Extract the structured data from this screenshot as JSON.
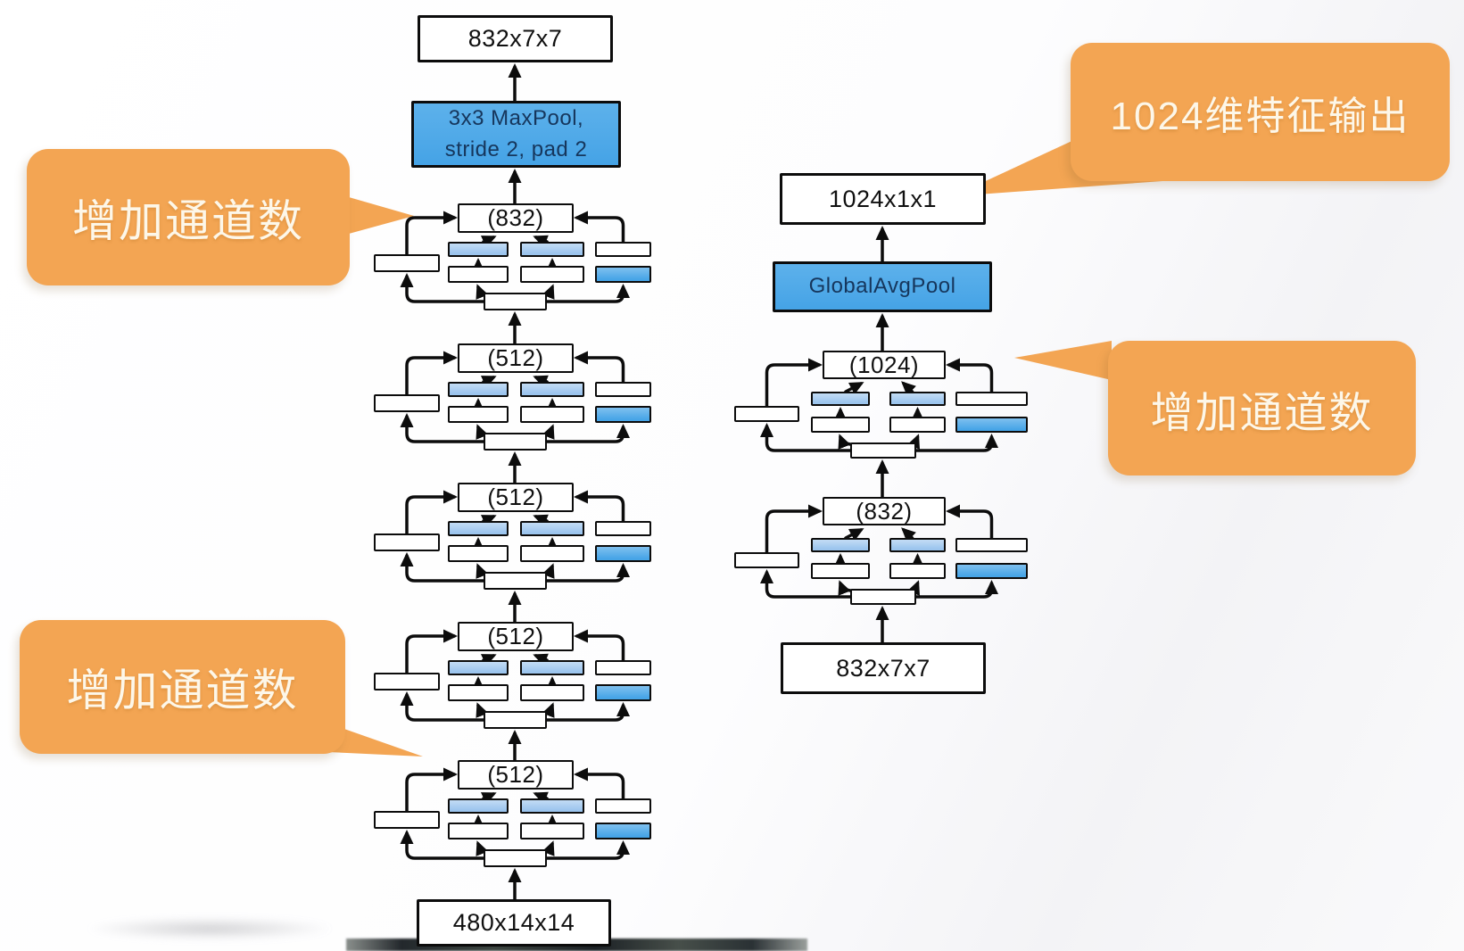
{
  "left_column": {
    "output_box": "832x7x7",
    "pool_box_line1": "3x3 MaxPool,",
    "pool_box_line2": "stride 2, pad 2",
    "modules": [
      "(832)",
      "(512)",
      "(512)",
      "(512)",
      "(512)"
    ],
    "input_box": "480x14x14"
  },
  "right_column": {
    "output_box": "1024x1x1",
    "pool_box": "GlobalAvgPool",
    "modules": [
      "(1024)",
      "(832)"
    ],
    "input_box": "832x7x7"
  },
  "callouts": {
    "top_left": "增加通道数",
    "bottom_left": "增加通道数",
    "top_right": "1024维特征输出",
    "mid_right": "增加通道数"
  },
  "colors": {
    "callout_orange": "#f3a553",
    "pool_blue": "#4fa8e8",
    "conv_light_blue": "#a9cdf0",
    "branch_pool_blue": "#55ace8",
    "line_black": "#0c0c0c"
  }
}
